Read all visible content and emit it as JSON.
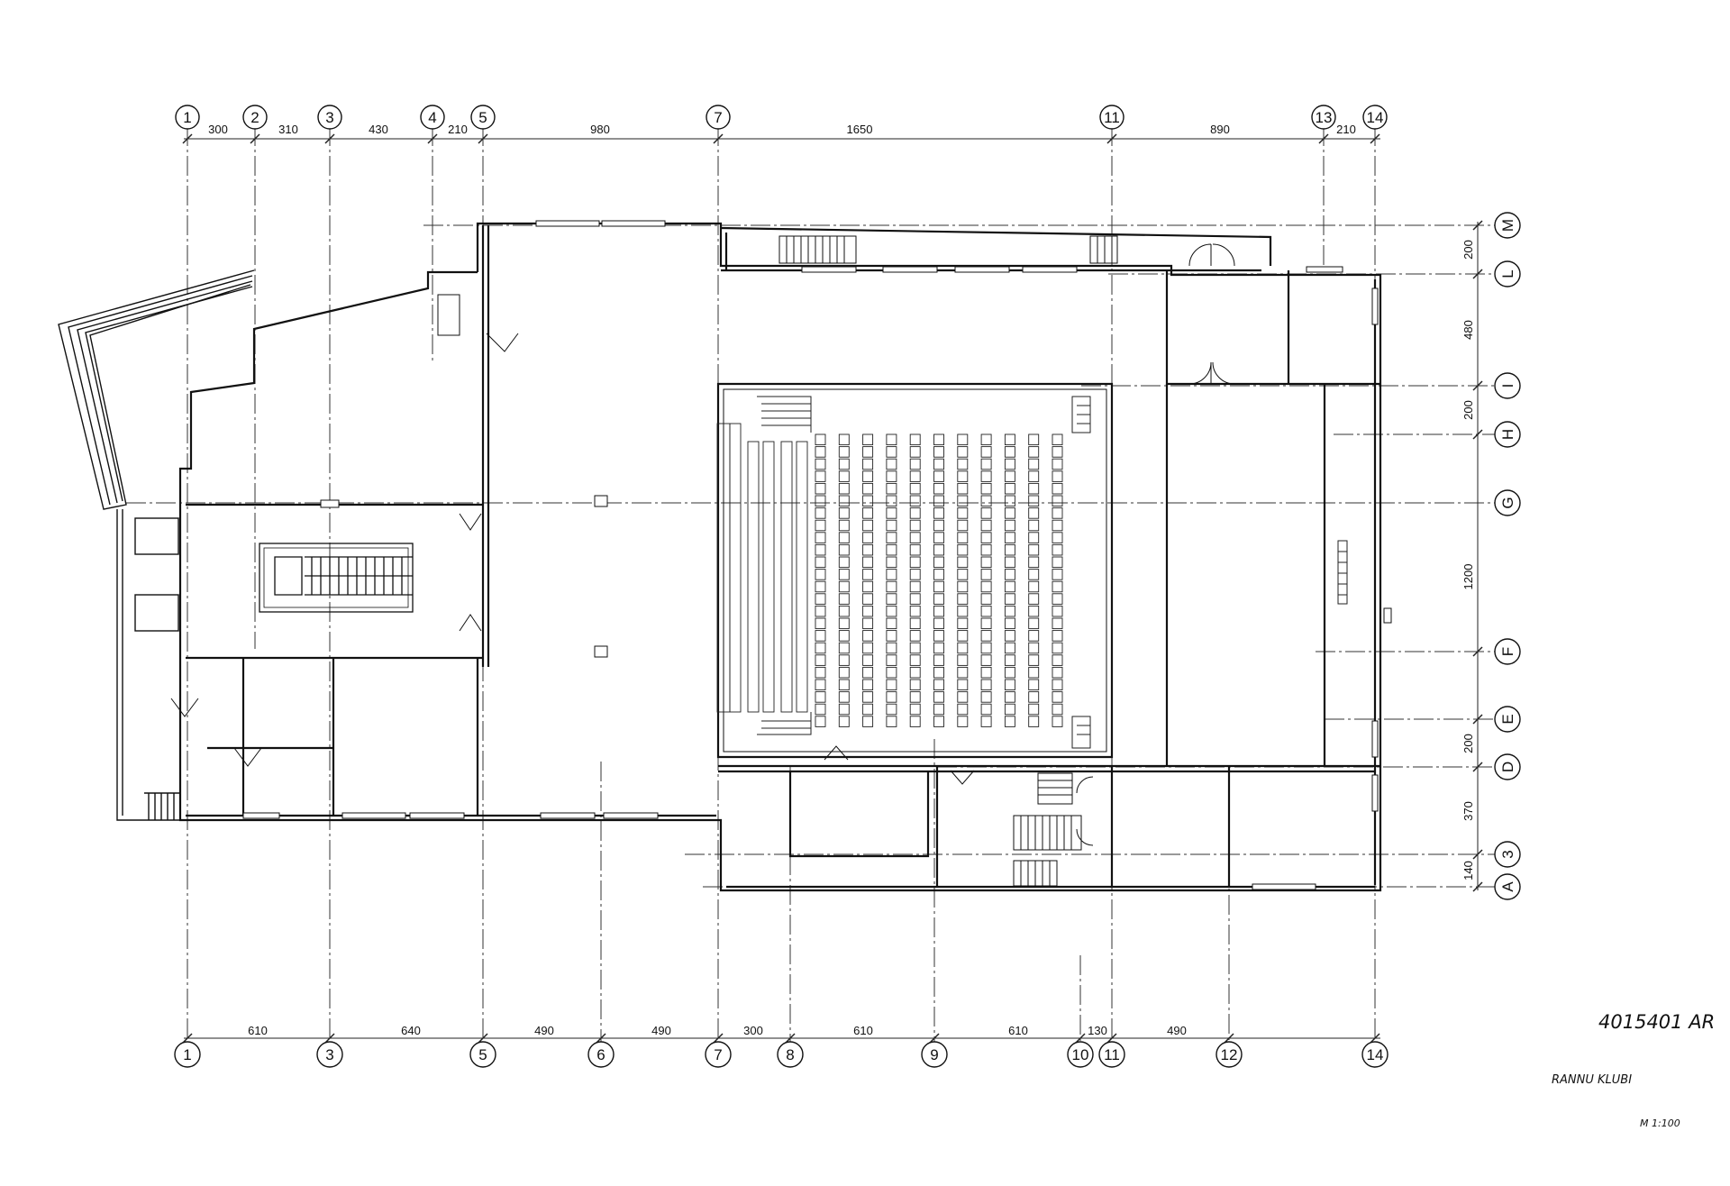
{
  "drawing": {
    "number": "4015401 AR",
    "title": "RANNU KLUBI",
    "scale": "M 1:100"
  },
  "grid_top": {
    "labels": [
      "1",
      "2",
      "3",
      "4",
      "5",
      "7",
      "11",
      "13",
      "14"
    ],
    "dims": [
      "300",
      "310",
      "430",
      "210",
      "980",
      "1650",
      "890",
      "210"
    ]
  },
  "grid_bottom": {
    "labels": [
      "1",
      "3",
      "5",
      "6",
      "7",
      "8",
      "9",
      "10",
      "11",
      "12",
      "14"
    ],
    "dims": [
      "610",
      "640",
      "490",
      "490",
      "300",
      "610",
      "610",
      "130",
      "490"
    ]
  },
  "grid_right": {
    "labels": [
      "M",
      "L",
      "I",
      "H",
      "G",
      "F",
      "E",
      "D",
      "3",
      "A"
    ],
    "dims": [
      "200",
      "480",
      "200",
      "1200",
      "200",
      "370",
      "140"
    ]
  }
}
